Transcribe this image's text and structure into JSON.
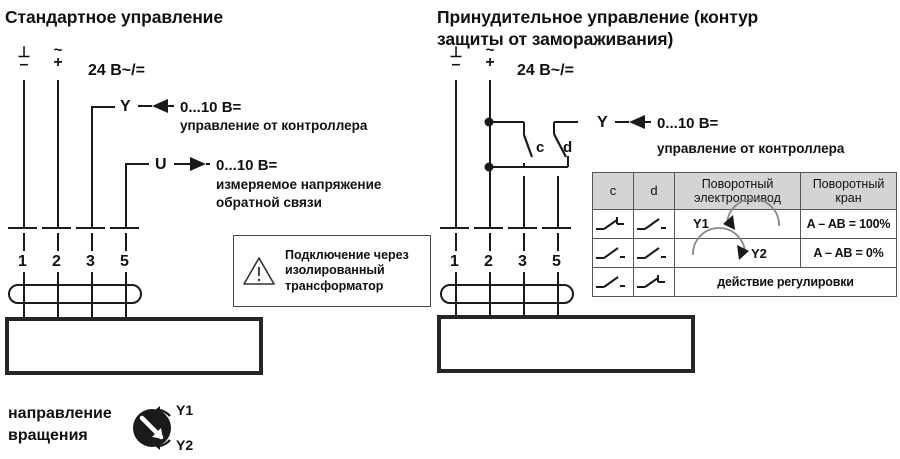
{
  "panels": {
    "left": {
      "title": "Стандартное управление",
      "power": {
        "ground_top": "⊥",
        "ground_bottom": "–",
        "ac_top": "~",
        "ac_bottom": "+",
        "supply_label": "24 B~/="
      },
      "signals": [
        {
          "name": "Y",
          "direction": "input",
          "range": "0...10 B=",
          "description": "управление от контроллера"
        },
        {
          "name": "U",
          "direction": "output",
          "range": "0...10 B=",
          "description_line1": "измеряемое напряжение",
          "description_line2": "обратной связи"
        }
      ],
      "terminals": [
        "1",
        "2",
        "3",
        "5"
      ],
      "warning": {
        "icon": "warning-triangle-icon",
        "line1": "Подключение через",
        "line2": "изолированный",
        "line3": "трансформатор"
      }
    },
    "right": {
      "title_line1": "Принудительное управление (контур",
      "title_line2": "защиты от замораживания)",
      "power": {
        "ground_top": "⊥",
        "ground_bottom": "–",
        "ac_top": "~",
        "ac_bottom": "+",
        "supply_label": "24 B~/="
      },
      "switches": [
        {
          "label": "c"
        },
        {
          "label": "d"
        }
      ],
      "signal": {
        "name": "Y",
        "direction": "input",
        "range": "0...10 B=",
        "description": "управление от контроллера"
      },
      "terminals": [
        "1",
        "2",
        "3",
        "5"
      ]
    }
  },
  "table": {
    "headers": {
      "c": "c",
      "d": "d",
      "actuator_line1": "Поворотный",
      "actuator_line2": "электропривод",
      "valve_line1": "Поворотный",
      "valve_line2": "кран"
    },
    "rows": [
      {
        "c_state": "closed",
        "d_state": "open",
        "actuator_label": "Y1",
        "actuator_rotation": "counter-clockwise",
        "valve": "A – AB = 100%"
      },
      {
        "c_state": "open",
        "d_state": "open",
        "actuator_label": "Y2",
        "actuator_rotation": "clockwise",
        "valve": "A – AB = 0%"
      },
      {
        "c_state": "open",
        "d_state": "closed",
        "actuator_label": "",
        "actuator_rotation": "",
        "valve": "действие регулировки",
        "span": true
      }
    ],
    "span_row_text": "действие регулировки"
  },
  "rotation": {
    "label_line1": "направление",
    "label_line2": "вращения",
    "y1": "Y1",
    "y2": "Y2"
  },
  "colors": {
    "ink": "#1a1a1a",
    "header_fill": "#d4d4d4",
    "box_border": "#262626"
  }
}
